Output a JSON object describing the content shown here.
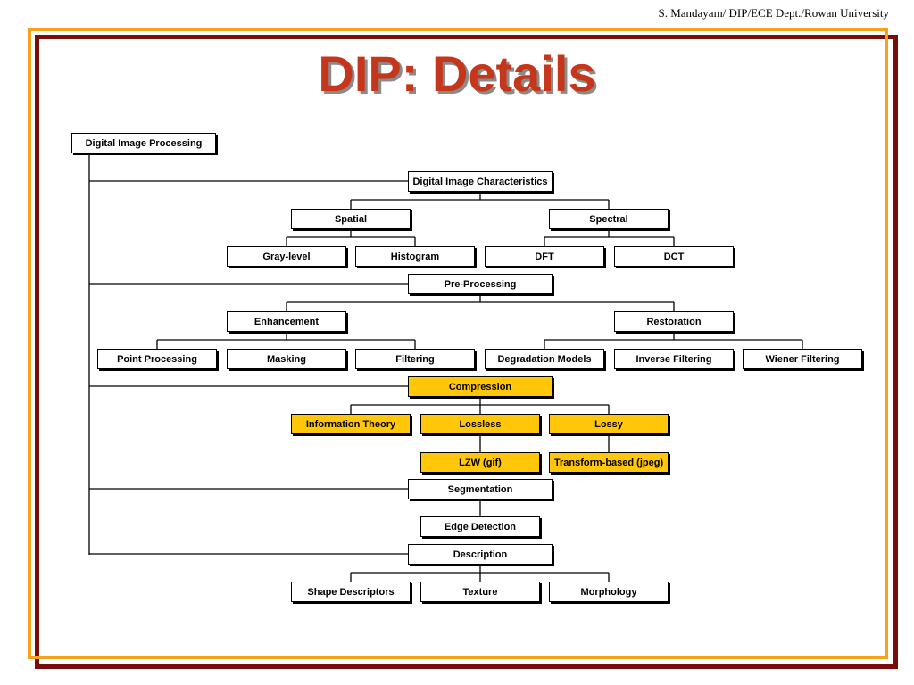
{
  "header": {
    "credit": "S. Mandayam/ DIP/ECE Dept./Rowan University",
    "title": "DIP: Details"
  },
  "colors": {
    "title": "#c6361a",
    "frame_outer": "#7a0c0c",
    "frame_inner": "#f5a11a",
    "highlight": "#ffc60a"
  },
  "diagram": {
    "root": "Digital Image Processing",
    "characteristics": {
      "label": "Digital Image Characteristics",
      "spatial": "Spatial",
      "spectral": "Spectral",
      "gray_level": "Gray-level",
      "histogram": "Histogram",
      "dft": "DFT",
      "dct": "DCT"
    },
    "preprocessing": {
      "label": "Pre-Processing",
      "enhancement": "Enhancement",
      "restoration": "Restoration",
      "point_processing": "Point Processing",
      "masking": "Masking",
      "filtering": "Filtering",
      "degradation_models": "Degradation Models",
      "inverse_filtering": "Inverse Filtering",
      "wiener_filtering": "Wiener Filtering"
    },
    "compression": {
      "label": "Compression",
      "information_theory": "Information Theory",
      "lossless": "Lossless",
      "lossy": "Lossy",
      "lzw": "LZW (gif)",
      "transform_based": "Transform-based (jpeg)"
    },
    "segmentation": {
      "label": "Segmentation",
      "edge_detection": "Edge Detection"
    },
    "description": {
      "label": "Description",
      "shape_descriptors": "Shape Descriptors",
      "texture": "Texture",
      "morphology": "Morphology"
    }
  }
}
